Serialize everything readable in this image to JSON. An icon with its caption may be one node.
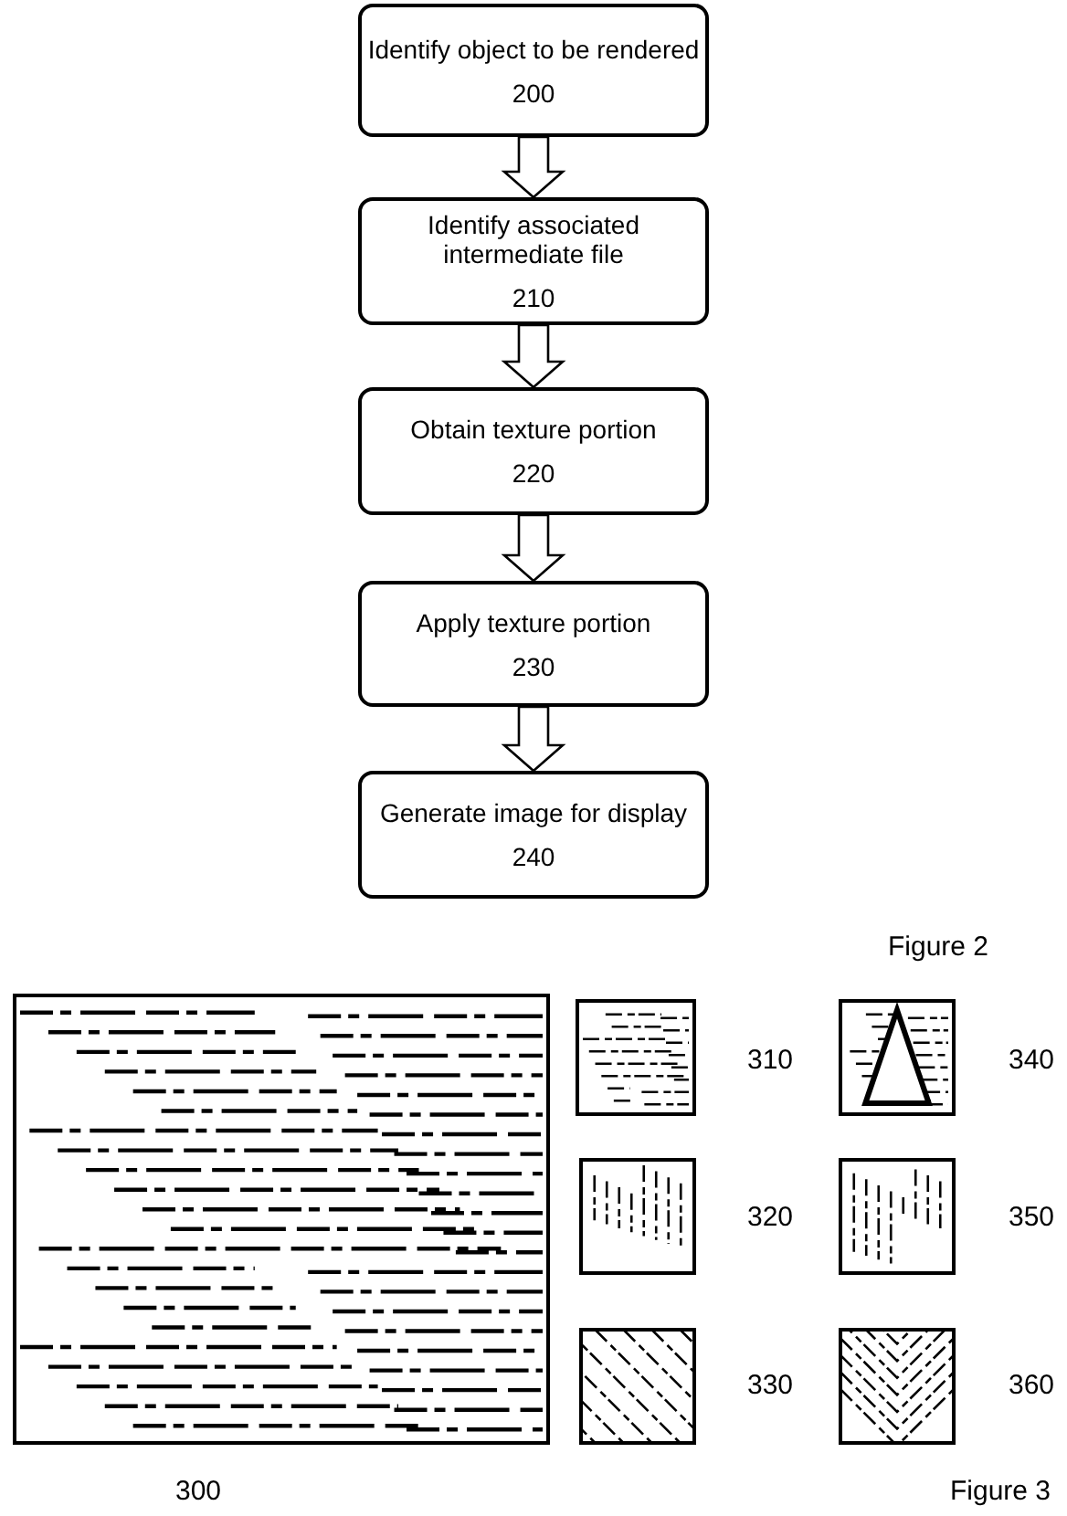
{
  "diagram": {
    "nodes": [
      {
        "text": [
          "Identify object to be rendered",
          "200"
        ]
      },
      {
        "text": [
          "Identify associated intermediate file",
          "210"
        ]
      },
      {
        "text": [
          "Obtain texture portion",
          "220"
        ]
      },
      {
        "text": [
          "Apply texture portion",
          "230"
        ]
      },
      {
        "text": [
          "Generate image for display",
          "240"
        ]
      }
    ],
    "edges": [
      {
        "from": 0,
        "to": 1,
        "arrow": "to"
      },
      {
        "from": 1,
        "to": 2,
        "arrow": "to"
      },
      {
        "from": 2,
        "to": 3,
        "arrow": "to"
      },
      {
        "from": 3,
        "to": 4,
        "arrow": "to"
      }
    ],
    "labels": [
      "Figure 2",
      "310",
      "340",
      "320",
      "350",
      "330",
      "360",
      "300",
      "Figure 3"
    ]
  }
}
